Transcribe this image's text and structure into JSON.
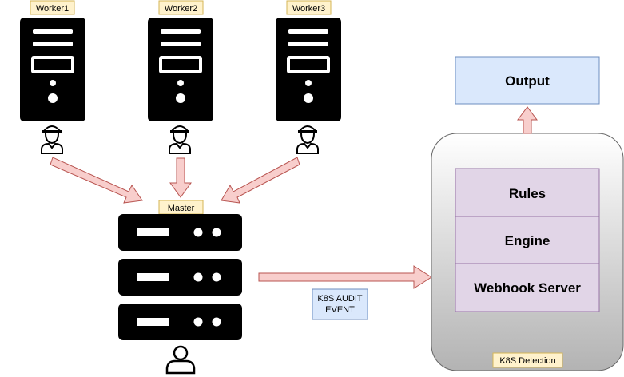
{
  "workers": [
    {
      "label": "Worker1"
    },
    {
      "label": "Worker2"
    },
    {
      "label": "Worker3"
    }
  ],
  "master": {
    "label": "Master"
  },
  "audit_event": {
    "line1": "K8S AUDIT",
    "line2": "EVENT"
  },
  "detection": {
    "container_label": "K8S Detection",
    "rules": "Rules",
    "engine": "Engine",
    "webhook": "Webhook Server"
  },
  "output": {
    "label": "Output"
  },
  "colors": {
    "server": "#000000",
    "label_fill": "#fff2cc",
    "label_stroke": "#d6b656",
    "arrow_fill": "#f8cecc",
    "arrow_stroke": "#b85450",
    "output_fill": "#dae8fc",
    "output_stroke": "#6c8ebf",
    "module_fill": "#e1d5e7",
    "module_stroke": "#9673a6",
    "container_top": "#ffffff",
    "container_bottom": "#b3b3b3"
  },
  "icons": {
    "worker_server": "tower-server-icon",
    "worker_user": "worker-with-helmet-icon",
    "master_server": "rack-server-icon",
    "master_user": "user-icon"
  }
}
